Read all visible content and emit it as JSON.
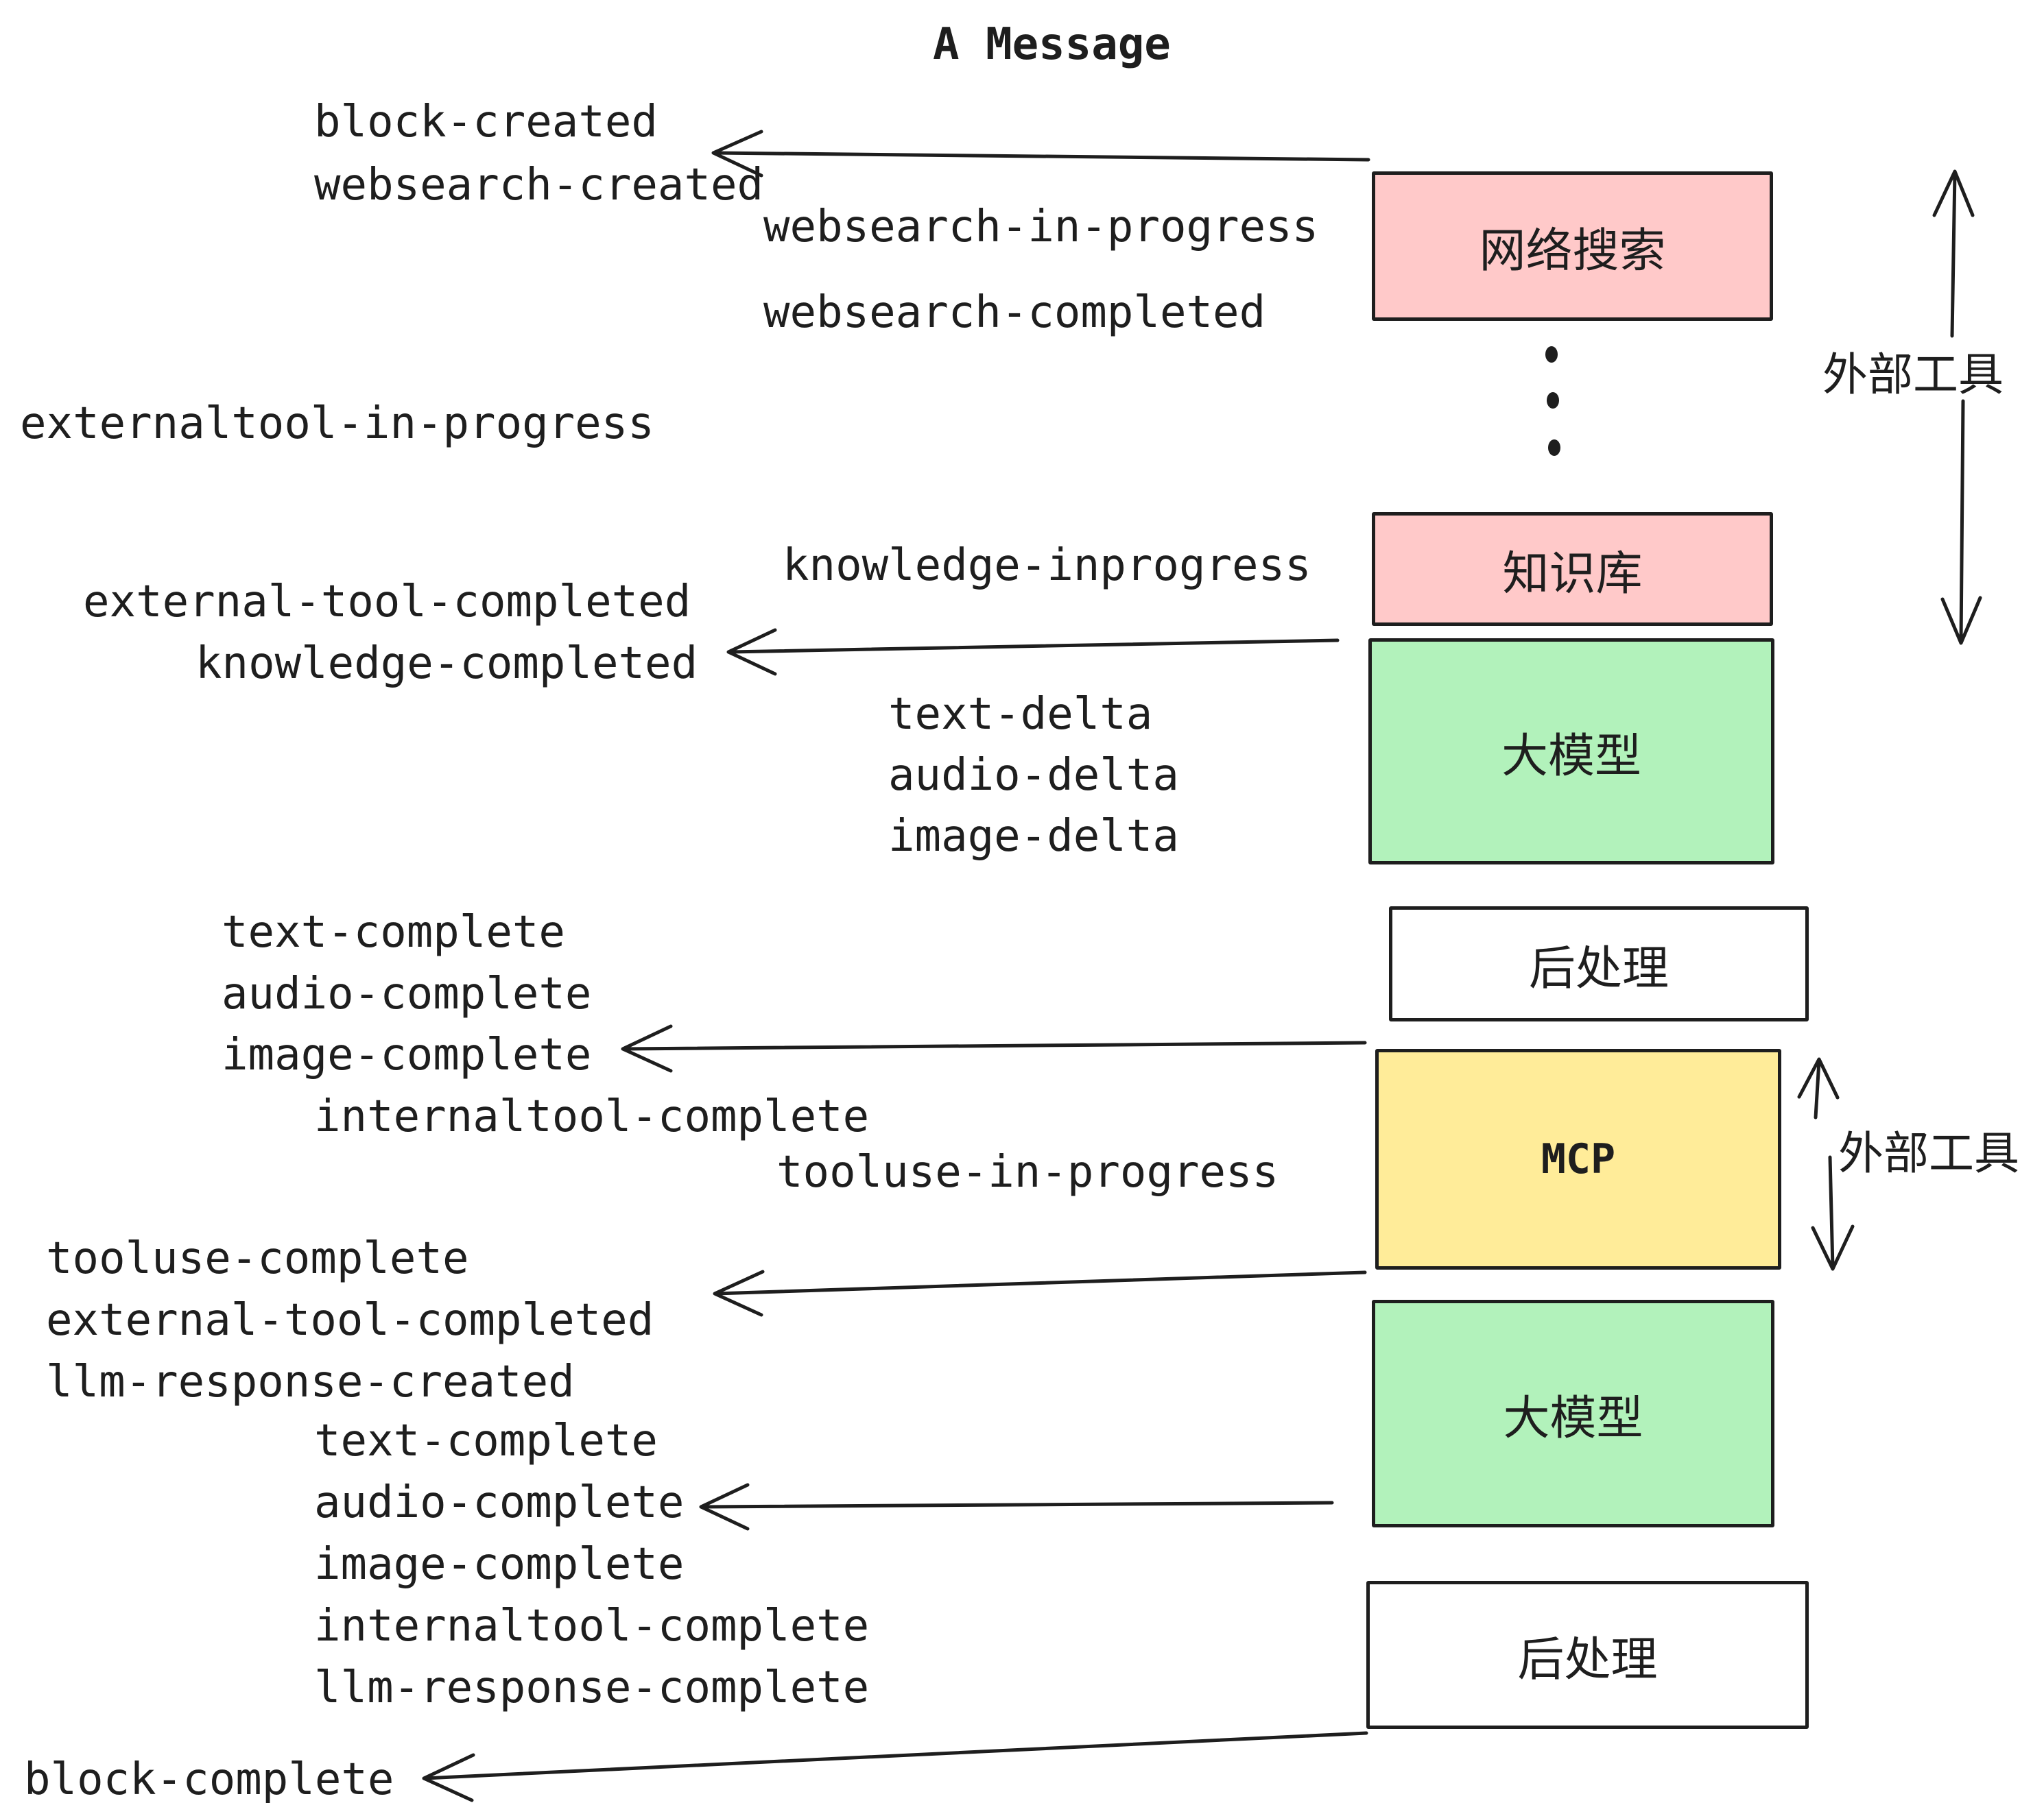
{
  "title": "A Message",
  "colors": {
    "stroke": "#1e1e1e",
    "external_tool_fill": "#ffc9c9",
    "llm_fill": "#b2f2bb",
    "mcp_fill": "#ffec99",
    "post_fill": "#ffffff",
    "background": "#ffffff"
  },
  "boxes": [
    {
      "id": "websearch",
      "label": "网络搜索"
    },
    {
      "id": "knowledge",
      "label": "知识库"
    },
    {
      "id": "llm-1",
      "label": "大模型"
    },
    {
      "id": "post-1",
      "label": "后处理"
    },
    {
      "id": "mcp",
      "label": "MCP"
    },
    {
      "id": "llm-2",
      "label": "大模型"
    },
    {
      "id": "post-2",
      "label": "后处理"
    }
  ],
  "annotations": {
    "external_tools_top": "外部工具",
    "external_tools_bottom": "外部工具"
  },
  "events": [
    {
      "label": "block-created"
    },
    {
      "label": "websearch-created"
    },
    {
      "label": "websearch-in-progress"
    },
    {
      "label": "websearch-completed"
    },
    {
      "label": "externaltool-in-progress"
    },
    {
      "label": "knowledge-inprogress"
    },
    {
      "label": "external-tool-completed"
    },
    {
      "label": "knowledge-completed"
    },
    {
      "label": "text-delta"
    },
    {
      "label": "audio-delta"
    },
    {
      "label": "image-delta"
    },
    {
      "label": "text-complete"
    },
    {
      "label": "audio-complete"
    },
    {
      "label": "image-complete"
    },
    {
      "label": "internaltool-complete"
    },
    {
      "label": "tooluse-in-progress"
    },
    {
      "label": "tooluse-complete"
    },
    {
      "label": "external-tool-completed"
    },
    {
      "label": "llm-response-created"
    },
    {
      "label": "text-complete"
    },
    {
      "label": "audio-complete"
    },
    {
      "label": "image-complete"
    },
    {
      "label": "internaltool-complete"
    },
    {
      "label": "llm-response-complete"
    },
    {
      "label": "block-complete"
    }
  ]
}
